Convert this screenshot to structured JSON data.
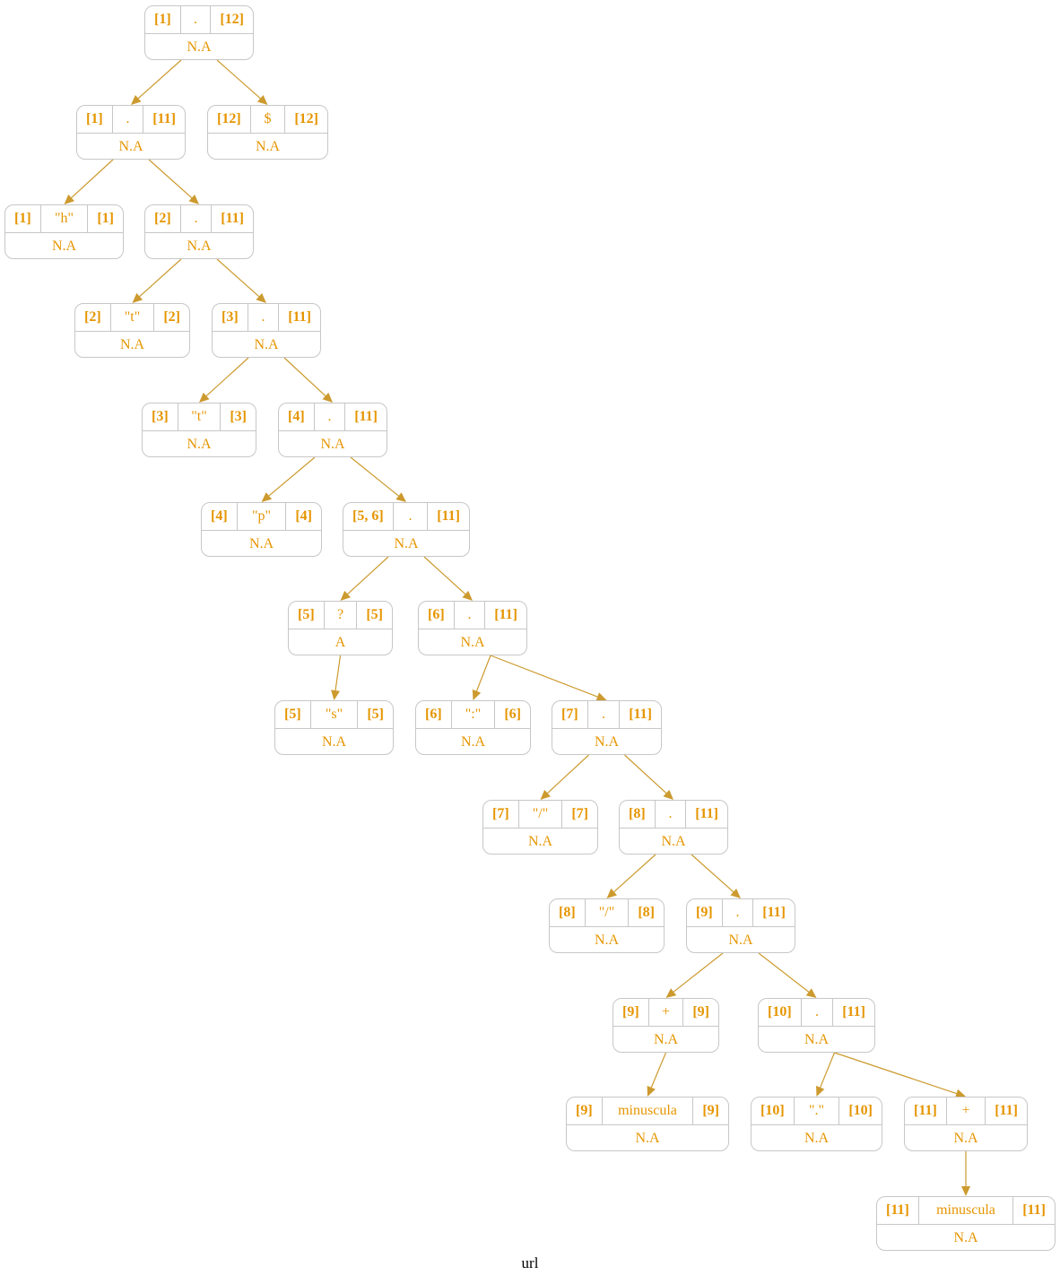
{
  "caption": "url",
  "colors": {
    "text": "#e69500",
    "edge": "#cc9a2e",
    "border": "#c7c7c7"
  },
  "nodes": [
    {
      "id": "n1",
      "first": "[1]",
      "label": ".",
      "last": "[12]",
      "bottom": "N.A"
    },
    {
      "id": "n2",
      "first": "[1]",
      "label": ".",
      "last": "[11]",
      "bottom": "N.A"
    },
    {
      "id": "n3",
      "first": "[12]",
      "label": "$",
      "last": "[12]",
      "bottom": "N.A"
    },
    {
      "id": "n4",
      "first": "[1]",
      "label": "\"h\"",
      "last": "[1]",
      "bottom": "N.A"
    },
    {
      "id": "n5",
      "first": "[2]",
      "label": ".",
      "last": "[11]",
      "bottom": "N.A"
    },
    {
      "id": "n6",
      "first": "[2]",
      "label": "\"t\"",
      "last": "[2]",
      "bottom": "N.A"
    },
    {
      "id": "n7",
      "first": "[3]",
      "label": ".",
      "last": "[11]",
      "bottom": "N.A"
    },
    {
      "id": "n8",
      "first": "[3]",
      "label": "\"t\"",
      "last": "[3]",
      "bottom": "N.A"
    },
    {
      "id": "n9",
      "first": "[4]",
      "label": ".",
      "last": "[11]",
      "bottom": "N.A"
    },
    {
      "id": "n10",
      "first": "[4]",
      "label": "\"p\"",
      "last": "[4]",
      "bottom": "N.A"
    },
    {
      "id": "n11",
      "first": "[5, 6]",
      "label": ".",
      "last": "[11]",
      "bottom": "N.A"
    },
    {
      "id": "n12",
      "first": "[5]",
      "label": "?",
      "last": "[5]",
      "bottom": "A"
    },
    {
      "id": "n13",
      "first": "[6]",
      "label": ".",
      "last": "[11]",
      "bottom": "N.A"
    },
    {
      "id": "n14",
      "first": "[5]",
      "label": "\"s\"",
      "last": "[5]",
      "bottom": "N.A"
    },
    {
      "id": "n15",
      "first": "[6]",
      "label": "\":\"",
      "last": "[6]",
      "bottom": "N.A"
    },
    {
      "id": "n16",
      "first": "[7]",
      "label": ".",
      "last": "[11]",
      "bottom": "N.A"
    },
    {
      "id": "n17",
      "first": "[7]",
      "label": "\"/\"",
      "last": "[7]",
      "bottom": "N.A"
    },
    {
      "id": "n18",
      "first": "[8]",
      "label": ".",
      "last": "[11]",
      "bottom": "N.A"
    },
    {
      "id": "n19",
      "first": "[8]",
      "label": "\"/\"",
      "last": "[8]",
      "bottom": "N.A"
    },
    {
      "id": "n20",
      "first": "[9]",
      "label": ".",
      "last": "[11]",
      "bottom": "N.A"
    },
    {
      "id": "n21",
      "first": "[9]",
      "label": "+",
      "last": "[9]",
      "bottom": "N.A"
    },
    {
      "id": "n22",
      "first": "[10]",
      "label": ".",
      "last": "[11]",
      "bottom": "N.A"
    },
    {
      "id": "n23",
      "first": "[9]",
      "label": "minuscula",
      "last": "[9]",
      "bottom": "N.A"
    },
    {
      "id": "n24",
      "first": "[10]",
      "label": "\".\"",
      "last": "[10]",
      "bottom": "N.A"
    },
    {
      "id": "n25",
      "first": "[11]",
      "label": "+",
      "last": "[11]",
      "bottom": "N.A"
    },
    {
      "id": "n26",
      "first": "[11]",
      "label": "minuscula",
      "last": "[11]",
      "bottom": "N.A"
    }
  ],
  "edges": [
    [
      "n1",
      "n2"
    ],
    [
      "n1",
      "n3"
    ],
    [
      "n2",
      "n4"
    ],
    [
      "n2",
      "n5"
    ],
    [
      "n5",
      "n6"
    ],
    [
      "n5",
      "n7"
    ],
    [
      "n7",
      "n8"
    ],
    [
      "n7",
      "n9"
    ],
    [
      "n9",
      "n10"
    ],
    [
      "n9",
      "n11"
    ],
    [
      "n11",
      "n12"
    ],
    [
      "n11",
      "n13"
    ],
    [
      "n12",
      "n14"
    ],
    [
      "n13",
      "n15"
    ],
    [
      "n13",
      "n16"
    ],
    [
      "n16",
      "n17"
    ],
    [
      "n16",
      "n18"
    ],
    [
      "n18",
      "n19"
    ],
    [
      "n18",
      "n20"
    ],
    [
      "n20",
      "n21"
    ],
    [
      "n20",
      "n22"
    ],
    [
      "n21",
      "n23"
    ],
    [
      "n22",
      "n24"
    ],
    [
      "n22",
      "n25"
    ],
    [
      "n25",
      "n26"
    ]
  ]
}
